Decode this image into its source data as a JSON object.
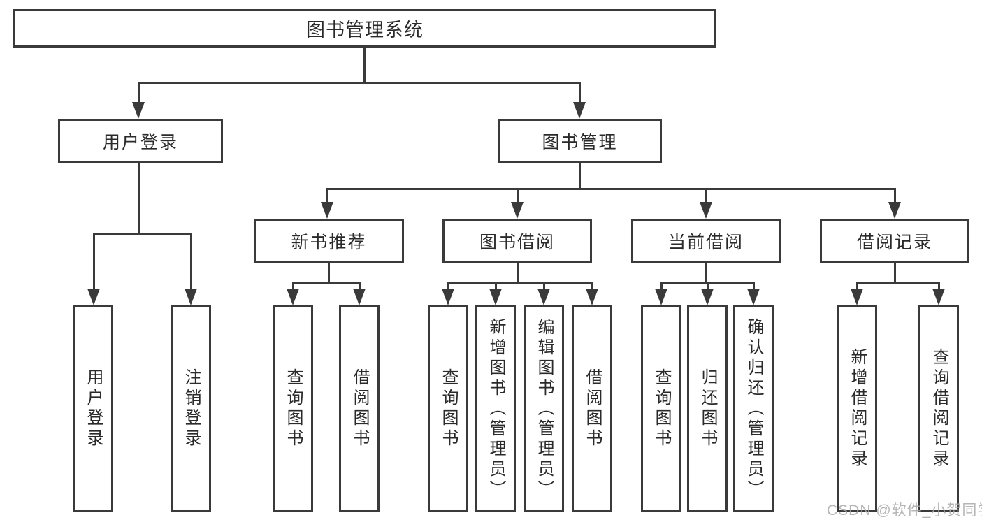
{
  "tree": {
    "label": "图书管理系统",
    "children": [
      {
        "label": "用户登录",
        "children": [
          {
            "label": "用户登录"
          },
          {
            "label": "注销登录"
          }
        ]
      },
      {
        "label": "图书管理",
        "children": [
          {
            "label": "新书推荐",
            "children": [
              {
                "label": "查询图书"
              },
              {
                "label": "借阅图书"
              }
            ]
          },
          {
            "label": "图书借阅",
            "children": [
              {
                "label": "查询图书"
              },
              {
                "label": "新增图书（管理员）"
              },
              {
                "label": "编辑图书（管理员）"
              },
              {
                "label": "借阅图书"
              }
            ]
          },
          {
            "label": "当前借阅",
            "children": [
              {
                "label": "查询图书"
              },
              {
                "label": "归还图书"
              },
              {
                "label": "确认归还（管理员）"
              }
            ]
          },
          {
            "label": "借阅记录",
            "children": [
              {
                "label": "新增借阅记录"
              },
              {
                "label": "查询借阅记录"
              }
            ]
          }
        ]
      }
    ]
  },
  "watermark": {
    "text": "CSDN @软件_小贺同学"
  },
  "colors": {
    "line": "#3a3a3a",
    "box_border": "#3a3a3a",
    "text": "#2a2a2a",
    "background": "#ffffff",
    "watermark": "#a8a8a8"
  }
}
